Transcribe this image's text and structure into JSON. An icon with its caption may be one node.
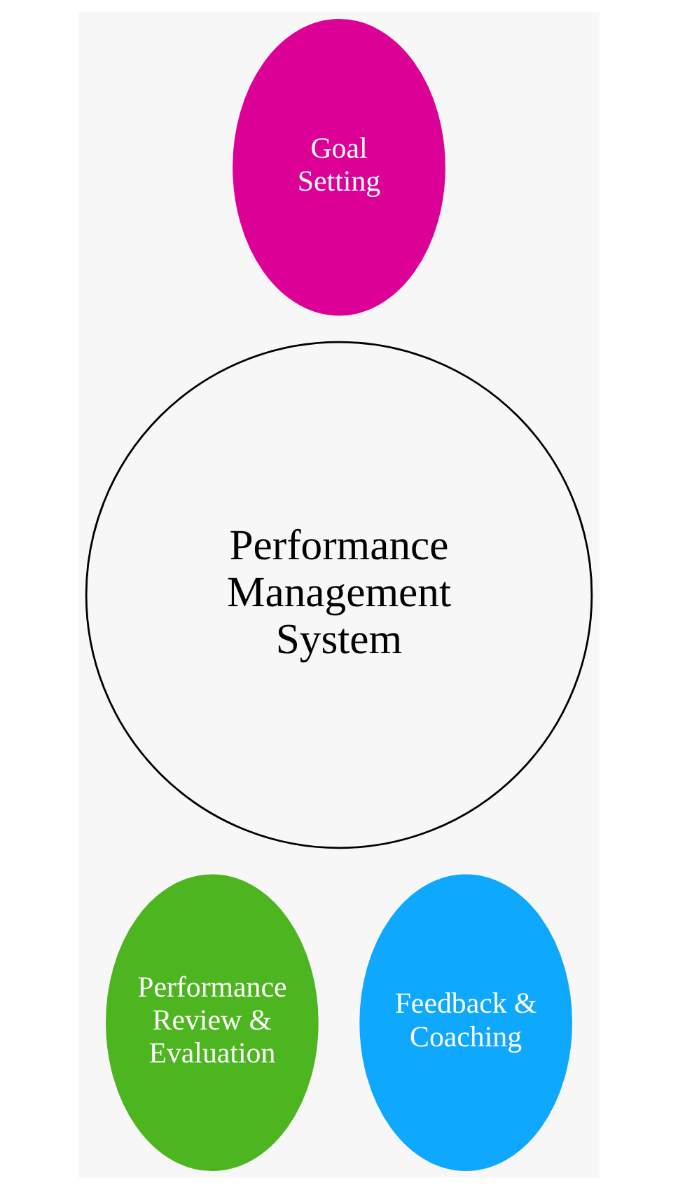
{
  "diagram": {
    "nodes": [
      {
        "text": [
          "Performance Management System"
        ]
      },
      {
        "text": [
          "Goal Setting"
        ]
      },
      {
        "text": [
          "Performance Review & Evaluation"
        ]
      },
      {
        "text": [
          "Feedback & Coaching"
        ]
      }
    ]
  }
}
